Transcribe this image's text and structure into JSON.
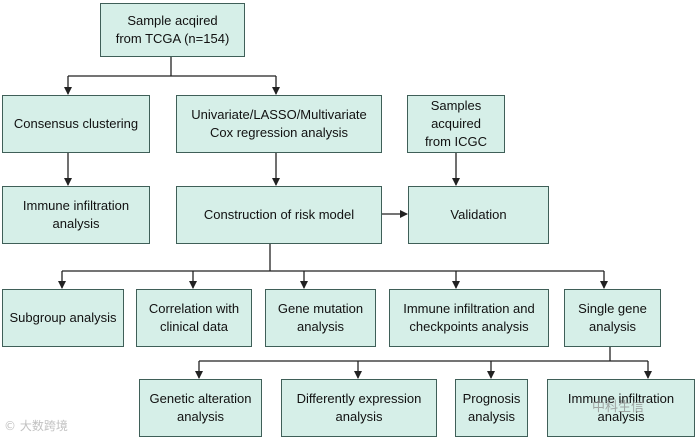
{
  "boxes": {
    "tcga": "Sample acqired\nfrom TCGA (n=154)",
    "consensus": "Consensus clustering",
    "univariate": "Univariate/LASSO/Multivariate\nCox regression analysis",
    "icgc": "Samples acquired\nfrom ICGC",
    "immune_infiltration": "Immune infiltration\nanalysis",
    "risk_model": "Construction of risk model",
    "validation": "Validation",
    "subgroup": "Subgroup analysis",
    "correlation": "Correlation with\nclinical data",
    "gene_mutation": "Gene mutation\nanalysis",
    "immune_checkpoints": "Immune infiltration and\ncheckpoints analysis",
    "single_gene": "Single gene\nanalysis",
    "genetic_alteration": "Genetic alteration\nanalysis",
    "diff_expression": "Differently expression\nanalysis",
    "prognosis": "Prognosis\nanalysis",
    "immune_infiltration_2": "Immune infiltration\nanalysis"
  },
  "watermarks": {
    "left": "© 大数跨境",
    "right": "中科生信"
  },
  "colors": {
    "box_fill": "#d6efe8",
    "box_border": "#3f5f58",
    "line": "#222222"
  }
}
